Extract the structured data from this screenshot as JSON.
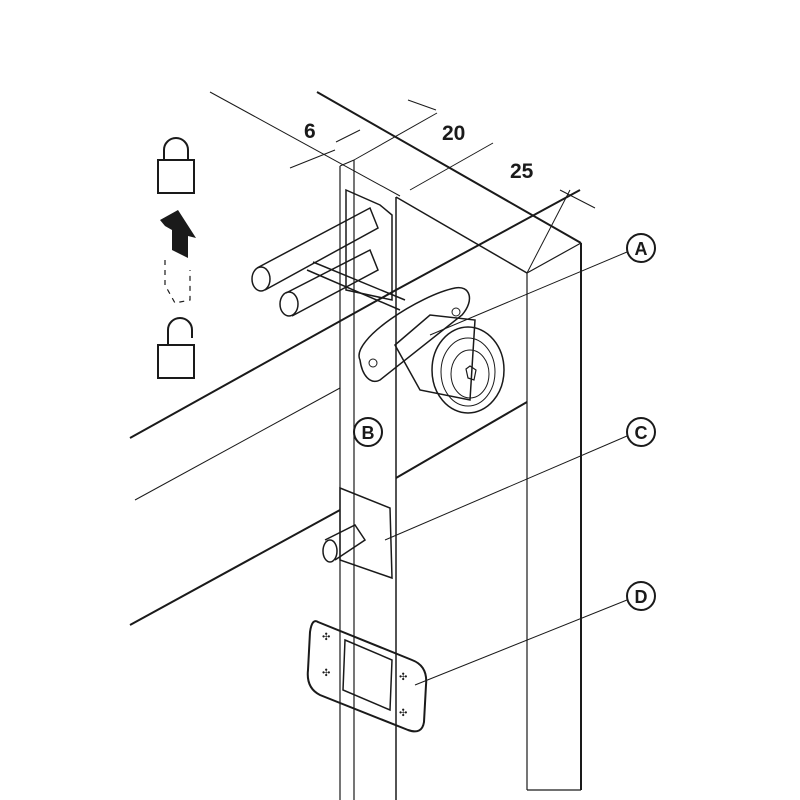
{
  "dimensions": {
    "d1": "6",
    "d2": "20",
    "d3": "25"
  },
  "callouts": {
    "a": "A",
    "b": "B",
    "c": "C",
    "d": "D"
  },
  "icons": {
    "locked": "lock-closed-icon",
    "rotate": "rotate-arrow-icon",
    "unlocked": "lock-open-icon"
  },
  "colors": {
    "line": "#1a1a1a",
    "background": "#ffffff"
  }
}
